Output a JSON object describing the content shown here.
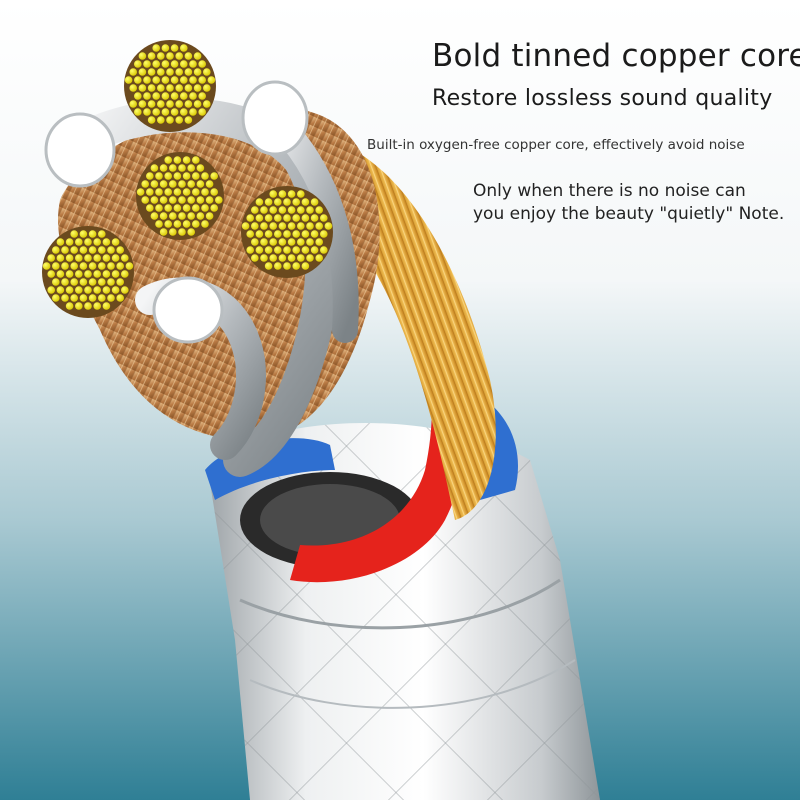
{
  "copy": {
    "headline": "Bold tinned copper core",
    "subheadline": "Restore lossless sound quality",
    "detail": "Built-in oxygen-free copper core, effectively avoid noise",
    "note_line1": "Only when there is no noise can",
    "note_line2": "you enjoy the beauty \"quietly\" Note."
  },
  "palette": {
    "background_top": "#ffffff",
    "background_bottom": "#2f7f95",
    "copper": "#c8925a",
    "tinned_strand": "#f2e600",
    "insulation_red": "#e5231c",
    "insulation_blue": "#2f6fd0",
    "sheath_silver": "#d9dcdf"
  }
}
